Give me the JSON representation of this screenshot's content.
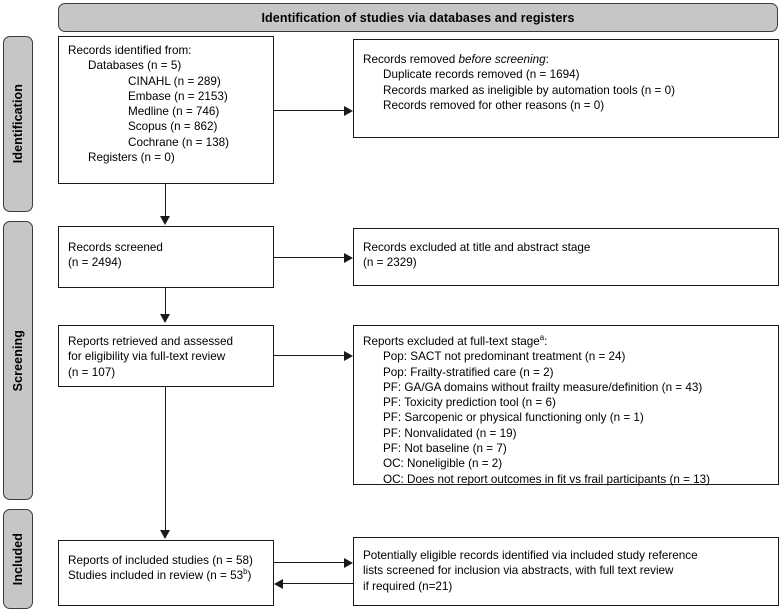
{
  "header": {
    "title": "Identification of studies via databases and registers"
  },
  "stages": [
    {
      "id": "identification",
      "label": "Identification"
    },
    {
      "id": "screening",
      "label": "Screening"
    },
    {
      "id": "included",
      "label": "Included"
    }
  ],
  "boxes": {
    "records_identified": {
      "lines": [
        {
          "text": "Records identified from:",
          "indent": 0
        },
        {
          "text": "Databases (n = 5)",
          "indent": 1
        },
        {
          "text": "CINAHL (n = 289)",
          "indent": 2
        },
        {
          "text": "Embase (n = 2153)",
          "indent": 2
        },
        {
          "text": "Medline (n = 746)",
          "indent": 2
        },
        {
          "text": "Scopus (n = 862)",
          "indent": 2
        },
        {
          "text": "Cochrane (n = 138)",
          "indent": 2
        },
        {
          "text": "Registers (n = 0)",
          "indent": 1
        }
      ]
    },
    "records_removed": {
      "lines": [
        {
          "text": "Records removed ",
          "italic_tail": "before screening",
          "tail": ":",
          "indent": 0
        },
        {
          "text": "Duplicate records removed (n = 1694)",
          "indent": 1
        },
        {
          "text": "Records marked as ineligible by automation tools (n = 0)",
          "indent": 1
        },
        {
          "text": "Records removed for other reasons (n = 0)",
          "indent": 1
        }
      ]
    },
    "records_screened": {
      "lines": [
        {
          "text": "Records screened",
          "indent": 0
        },
        {
          "text": "(n = 2494)",
          "indent": 0
        }
      ]
    },
    "records_excluded_title_abstract": {
      "lines": [
        {
          "text": "Records excluded at title and abstract stage",
          "indent": 0
        },
        {
          "text": "(n = 2329)",
          "indent": 0
        }
      ]
    },
    "reports_retrieved": {
      "lines": [
        {
          "text": "Reports retrieved and assessed",
          "indent": 0
        },
        {
          "text": "for eligibility via full-text review",
          "indent": 0
        },
        {
          "text": "(n = 107)",
          "indent": 0
        }
      ]
    },
    "reports_excluded_fulltext": {
      "title": "Reports excluded at full-text stage",
      "title_superscript": "a",
      "title_tail": ":",
      "lines": [
        {
          "text": "Pop: SACT not predominant treatment (n = 24)",
          "indent": 1
        },
        {
          "text": "Pop: Frailty-stratified care (n = 2)",
          "indent": 1
        },
        {
          "text": "PF: GA/GA domains without frailty measure/definition (n = 43)",
          "indent": 1
        },
        {
          "text": "PF: Toxicity prediction tool (n = 6)",
          "indent": 1
        },
        {
          "text": "PF: Sarcopenic or physical functioning only (n = 1)",
          "indent": 1
        },
        {
          "text": "PF: Nonvalidated (n = 19)",
          "indent": 1
        },
        {
          "text": "PF: Not baseline (n = 7)",
          "indent": 1
        },
        {
          "text": "OC: Noneligible (n = 2)",
          "indent": 1
        },
        {
          "text": "OC: Does not report outcomes in fit vs frail participants (n = 13)",
          "indent": 1
        }
      ]
    },
    "reports_included": {
      "line1": "Reports of included studies (n = 58)",
      "line2_pre": "Studies included in review (n = 53",
      "line2_superscript": "b",
      "line2_post": ")"
    },
    "citation_searching": {
      "lines": [
        {
          "text": "Potentially eligible records identified via included study reference",
          "indent": 0
        },
        {
          "text": "lists screened for inclusion via abstracts, with full text review",
          "indent": 0
        },
        {
          "text": "if required (n=21)",
          "indent": 0
        }
      ]
    }
  },
  "colors": {
    "stage_bar_fill": "#c6c6c6",
    "header_fill": "#c6c6c6",
    "border": "#1a1a1a",
    "stage_border": "#3c3c3c",
    "background": "#ffffff"
  }
}
